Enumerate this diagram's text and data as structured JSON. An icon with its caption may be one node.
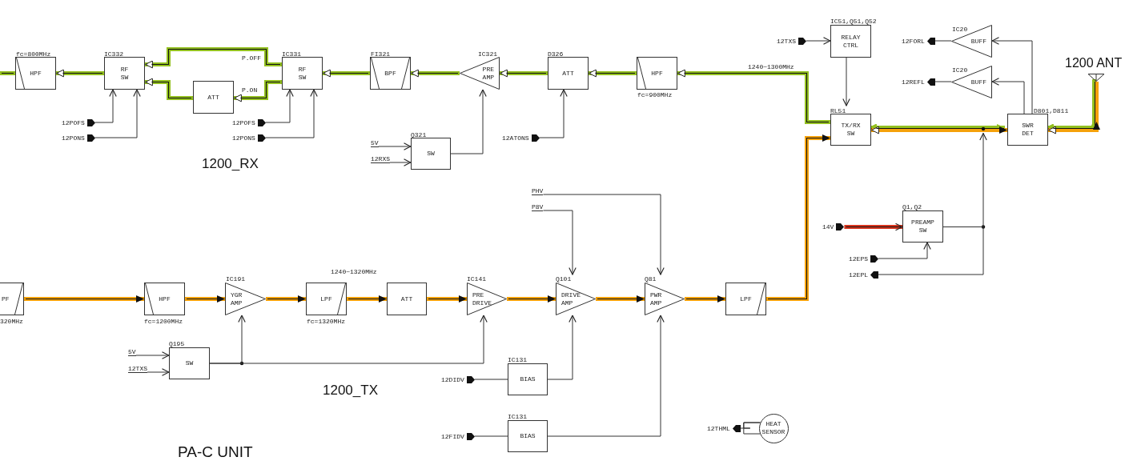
{
  "diagram": {
    "nodes": [
      {
        "text": [
          "HPF"
        ],
        "beside": [
          "fc=800MHz"
        ]
      },
      {
        "text": [
          "RF SW"
        ],
        "beside": [
          "IC332"
        ]
      },
      {
        "text": [
          "ATT"
        ]
      },
      {
        "text": [
          "RF SW"
        ],
        "beside": [
          "IC331"
        ]
      },
      {
        "text": [
          "BPF"
        ],
        "beside": [
          "FI321"
        ]
      },
      {
        "text": [
          "PRE AMP"
        ],
        "beside": [
          "IC321"
        ]
      },
      {
        "text": [
          "ATT"
        ],
        "beside": [
          "D326"
        ]
      },
      {
        "text": [
          "HPF"
        ],
        "beside": [
          "fc=900MHz"
        ]
      },
      {
        "text": [
          "12POFS"
        ]
      },
      {
        "text": [
          "12PONS"
        ]
      },
      {
        "text": [
          "12POFS"
        ]
      },
      {
        "text": [
          "12PONS"
        ]
      },
      {
        "text": [
          "5V"
        ]
      },
      {
        "text": [
          "12RXS"
        ]
      },
      {
        "text": [
          "SW"
        ],
        "beside": [
          "Q321"
        ]
      },
      {
        "text": [
          "12ATONS"
        ]
      },
      {
        "text": [
          "12TXS"
        ]
      },
      {
        "text": [
          "RELAY CTRL"
        ],
        "beside": [
          "IC51,Q51,Q52"
        ]
      },
      {
        "text": [
          "12FORL"
        ]
      },
      {
        "text": [
          "BUFF"
        ],
        "beside": [
          "IC20"
        ]
      },
      {
        "text": [
          "12REFL"
        ]
      },
      {
        "text": [
          "BUFF"
        ],
        "beside": [
          "IC20"
        ]
      },
      {
        "text": [
          "1200 ANT"
        ]
      },
      {
        "text": [
          "TX/RX SW"
        ],
        "beside": [
          "RL51"
        ]
      },
      {
        "text": [
          "SWR DET"
        ],
        "beside": [
          "D801,D811"
        ]
      },
      {
        "text": [
          "14V"
        ]
      },
      {
        "text": [
          "PREAMP SW"
        ],
        "beside": [
          "Q1,Q2"
        ]
      },
      {
        "text": [
          "12EPS"
        ]
      },
      {
        "text": [
          "12EPL"
        ]
      },
      {
        "text": [
          "PHV"
        ]
      },
      {
        "text": [
          "P8V"
        ]
      },
      {
        "text": [
          "PF"
        ],
        "beside": [
          "320MHz"
        ]
      },
      {
        "text": [
          "HPF"
        ],
        "beside": [
          "fc=1200MHz"
        ]
      },
      {
        "text": [
          "YGR AMP"
        ],
        "beside": [
          "IC191"
        ]
      },
      {
        "text": [
          "LPF"
        ],
        "beside": [
          "fc=1320MHz"
        ]
      },
      {
        "text": [
          "ATT"
        ]
      },
      {
        "text": [
          "PRE DRIVE"
        ],
        "beside": [
          "IC141"
        ]
      },
      {
        "text": [
          "DRIVE AMP"
        ],
        "beside": [
          "Q101"
        ]
      },
      {
        "text": [
          "PWR AMP"
        ],
        "beside": [
          "Q81"
        ]
      },
      {
        "text": [
          "LPF"
        ]
      },
      {
        "text": [
          "5V"
        ]
      },
      {
        "text": [
          "12TXS"
        ]
      },
      {
        "text": [
          "SW"
        ],
        "beside": [
          "Q195"
        ]
      },
      {
        "text": [
          "12DIDV"
        ]
      },
      {
        "text": [
          "BIAS"
        ],
        "beside": [
          "IC131"
        ]
      },
      {
        "text": [
          "12FIDV"
        ]
      },
      {
        "text": [
          "BIAS"
        ],
        "beside": [
          "IC131"
        ]
      },
      {
        "text": [
          "12THML"
        ]
      },
      {
        "text": [
          "HEAT SENSOR"
        ]
      }
    ],
    "edges": [
      {
        "from": 0,
        "to": null,
        "arrow": "none",
        "style": "thick",
        "color": "#93c01f"
      },
      {
        "from": 1,
        "to": 0,
        "arrow": "to",
        "style": "thick",
        "color": "#93c01f"
      },
      {
        "from": 3,
        "to": 1,
        "arrow": "to",
        "label": "P.OFF",
        "style": "thick",
        "color": "#93c01f"
      },
      {
        "from": 3,
        "to": 2,
        "arrow": "to",
        "label": "P.ON",
        "style": "thick",
        "color": "#93c01f"
      },
      {
        "from": 2,
        "to": 1,
        "arrow": "to",
        "style": "thick",
        "color": "#93c01f"
      },
      {
        "from": 4,
        "to": 3,
        "arrow": "to",
        "style": "thick",
        "color": "#93c01f"
      },
      {
        "from": 5,
        "to": 4,
        "arrow": "to",
        "style": "thick",
        "color": "#93c01f"
      },
      {
        "from": 6,
        "to": 5,
        "arrow": "to",
        "style": "thick",
        "color": "#93c01f"
      },
      {
        "from": 7,
        "to": 6,
        "arrow": "to",
        "style": "thick",
        "color": "#93c01f"
      },
      {
        "from": 23,
        "to": 7,
        "arrow": "to",
        "label": "1240~1300MHz",
        "style": "thick",
        "color": "#93c01f"
      },
      {
        "from": 8,
        "to": 1,
        "arrow": "to"
      },
      {
        "from": 9,
        "to": 1,
        "arrow": "to"
      },
      {
        "from": 10,
        "to": 3,
        "arrow": "to"
      },
      {
        "from": 11,
        "to": 3,
        "arrow": "to"
      },
      {
        "from": 12,
        "to": 14,
        "arrow": "to"
      },
      {
        "from": 13,
        "to": 14,
        "arrow": "to"
      },
      {
        "from": 14,
        "to": 5,
        "arrow": "to"
      },
      {
        "from": 15,
        "to": 6,
        "arrow": "to"
      },
      {
        "from": 16,
        "to": 17,
        "arrow": "to"
      },
      {
        "from": 17,
        "to": 23,
        "arrow": "to"
      },
      {
        "from": 19,
        "to": 18,
        "arrow": "none"
      },
      {
        "from": 24,
        "to": 19,
        "arrow": "to"
      },
      {
        "from": 21,
        "to": 20,
        "arrow": "none"
      },
      {
        "from": 24,
        "to": 21,
        "arrow": "to"
      },
      {
        "from": 23,
        "to": 24,
        "arrow": "both",
        "style": "thick",
        "color": "#f5a10a"
      },
      {
        "from": 24,
        "to": 22,
        "arrow": "both",
        "style": "thick",
        "color": "#f5a10a"
      },
      {
        "from": 25,
        "to": 26,
        "arrow": "to",
        "style": "thick",
        "color": "#d9361e"
      },
      {
        "from": 26,
        "to": 24,
        "arrow": "to"
      },
      {
        "from": 26,
        "to": 28,
        "arrow": "none"
      },
      {
        "from": 27,
        "to": 26,
        "arrow": "to"
      },
      {
        "from": 31,
        "to": 32,
        "arrow": "to",
        "style": "thick",
        "color": "#f5a10a"
      },
      {
        "from": 32,
        "to": 33,
        "arrow": "to",
        "style": "thick",
        "color": "#f5a10a"
      },
      {
        "from": 33,
        "to": 34,
        "arrow": "to",
        "style": "thick",
        "color": "#f5a10a"
      },
      {
        "from": 34,
        "to": 35,
        "arrow": "to",
        "label": "1240~1320MHz",
        "style": "thick",
        "color": "#f5a10a"
      },
      {
        "from": 35,
        "to": 36,
        "arrow": "to",
        "style": "thick",
        "color": "#f5a10a"
      },
      {
        "from": 36,
        "to": 37,
        "arrow": "to",
        "style": "thick",
        "color": "#f5a10a"
      },
      {
        "from": 37,
        "to": 38,
        "arrow": "to",
        "style": "thick",
        "color": "#f5a10a"
      },
      {
        "from": 38,
        "to": 39,
        "arrow": "to",
        "style": "thick",
        "color": "#f5a10a"
      },
      {
        "from": 39,
        "to": 23,
        "arrow": "to",
        "style": "thick",
        "color": "#f5a10a"
      },
      {
        "from": 29,
        "to": 38,
        "arrow": "to"
      },
      {
        "from": 30,
        "to": 37,
        "arrow": "to"
      },
      {
        "from": 40,
        "to": 42,
        "arrow": "to"
      },
      {
        "from": 41,
        "to": 42,
        "arrow": "to"
      },
      {
        "from": 42,
        "to": 33,
        "arrow": "to"
      },
      {
        "from": 42,
        "to": 36,
        "arrow": "to"
      },
      {
        "from": 43,
        "to": 44,
        "arrow": "none"
      },
      {
        "from": 44,
        "to": 37,
        "arrow": "to"
      },
      {
        "from": 45,
        "to": 46,
        "arrow": "none"
      },
      {
        "from": 46,
        "to": 38,
        "arrow": "to"
      },
      {
        "from": 48,
        "to": 47,
        "arrow": "none"
      }
    ],
    "labels": [
      "1200_RX",
      "1200_TX",
      "PA-C UNIT"
    ]
  }
}
